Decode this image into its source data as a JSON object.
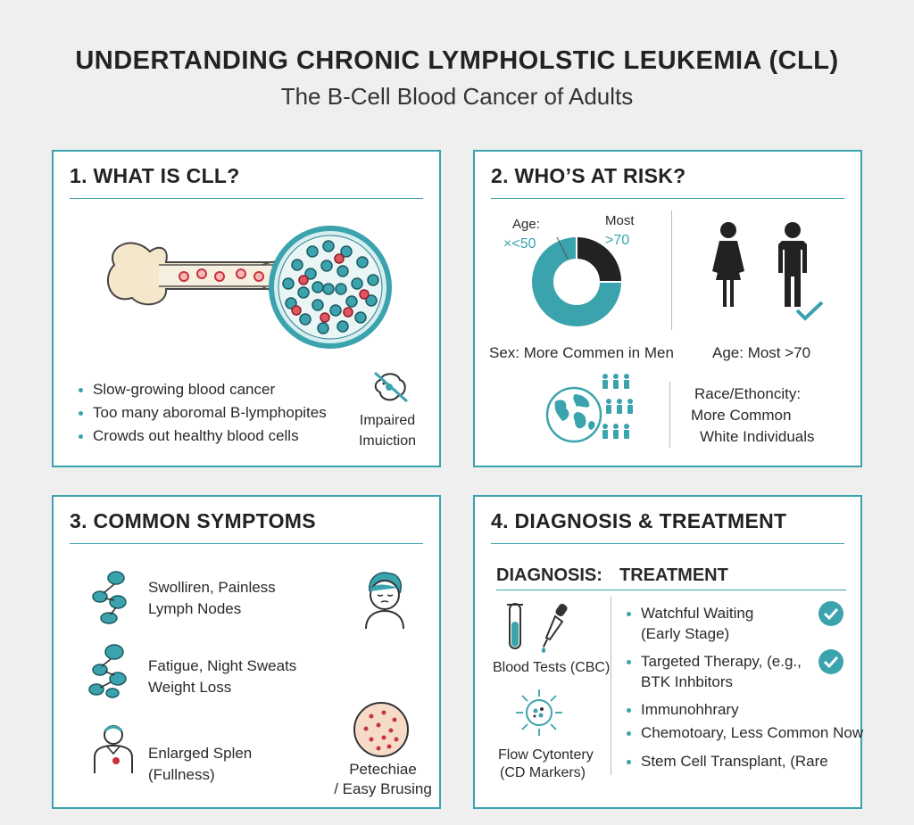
{
  "header": {
    "title": "UNDERTANDING CHRONIC LYMPHOLSTIC LEUKEMIA (CLL)",
    "subtitle": "The B-Cell Blood Cancer of Adults"
  },
  "panel1": {
    "title": "1. WHAT IS CLL?",
    "bullets": [
      "Slow-growing blood cancer",
      "Too many aboromal B-lymphopites",
      "Crowds out healthy blood cells"
    ],
    "impaired_line1": "Impaired",
    "impaired_line2": "Imuiction"
  },
  "panel2": {
    "title": "2. WHO’S AT RISK?",
    "donut_label_left_1": "Age:",
    "donut_label_left_2": "×<50",
    "donut_label_right_1": "Most",
    "donut_label_right_2": ">70",
    "sex_caption": "Sex: More Commen in Men",
    "age_caption": "Age: Most >70",
    "race_line1": "Race/Ethoncity:",
    "race_line2": "More Common",
    "race_line3": "White Individuals"
  },
  "panel3": {
    "title": "3. COMMON SYMPTOMS",
    "s1_line1": "Swolliren, Painless",
    "s1_line2": "Lymph Nodes",
    "s2_line1": "Fatigue, Night Sweats",
    "s2_line2": "Weight Loss",
    "s3_line1": "Enlarged Splen",
    "s3_line2": "(Fullness)",
    "s4_line1": "Petechiae",
    "s4_line2": "/ Easy Brusing"
  },
  "panel4": {
    "title": "4. DIAGNOSIS & TREATMENT",
    "diag_header": "DIAGNOSIS:",
    "treat_header": "TREATMENT",
    "blood_tests": "Blood Tests (CBC)",
    "flow_line1": "Flow Cytontery",
    "flow_line2": "(CD Markers)",
    "t1_line1": "Watchful Waiting",
    "t1_line2": "(Early Stage)",
    "t2_line1": "Targeted Therapy, (e.g.,",
    "t2_line2": "BTK Inhbitors",
    "t3": "Immunohhrary",
    "t4": "Chemotoary, Less Common Now",
    "t5": "Stem Cell Transplant, (Rare"
  },
  "colors": {
    "teal": "#3aa3ad",
    "red": "#c8343e",
    "dark": "#222222"
  }
}
